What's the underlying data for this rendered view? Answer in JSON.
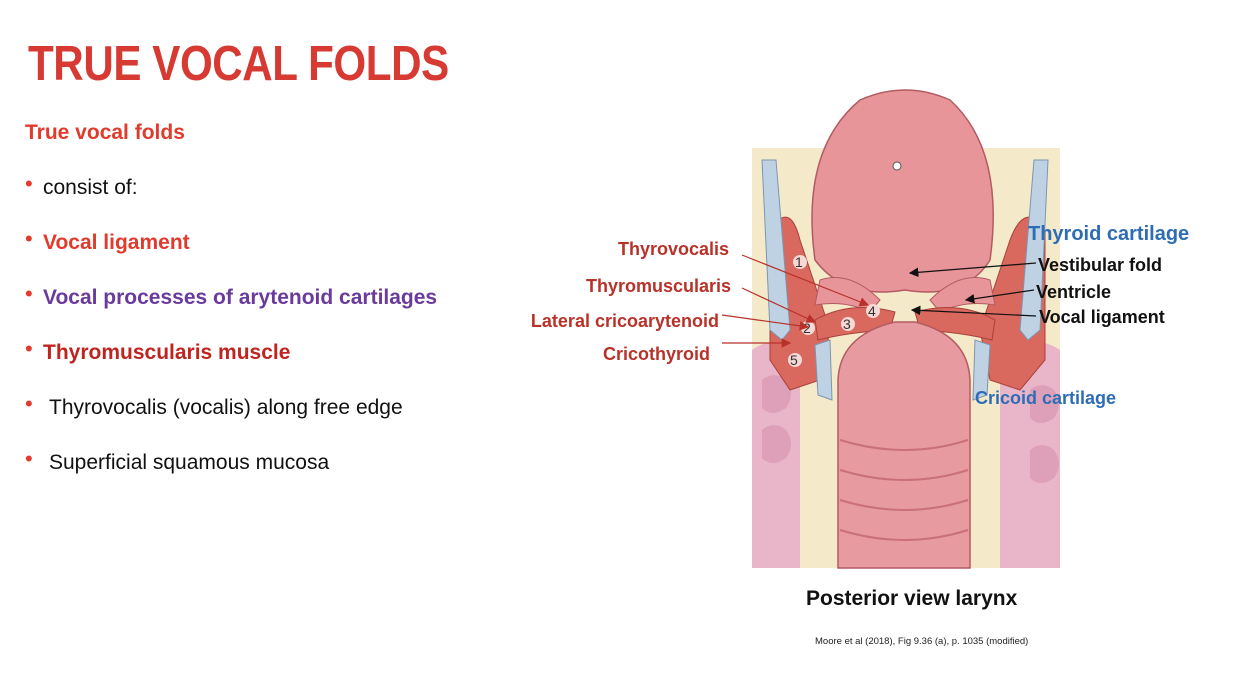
{
  "slide": {
    "title": "TRUE VOCAL FOLDS",
    "subtitle": "True vocal folds",
    "bullets": [
      {
        "text": "consist of:",
        "color": "#111111",
        "bold": false
      },
      {
        "text": "Vocal ligament",
        "color": "#e03b2c",
        "bold": true
      },
      {
        "text": "Vocal processes of arytenoid cartilages",
        "color": "#6a3a9c",
        "bold": true
      },
      {
        "text": "Thyromuscularis muscle",
        "color": "#c0241f",
        "bold": true
      },
      {
        "text": "Thyrovocalis (vocalis) along free edge",
        "color": "#111111",
        "bold": false
      },
      {
        "text": "Superficial squamous mucosa",
        "color": "#111111",
        "bold": false
      }
    ]
  },
  "diagram": {
    "left_labels": [
      "Thyrovocalis",
      "Thyromuscularis",
      "Lateral cricoarytenoid",
      "Cricothyroid"
    ],
    "right_labels": [
      "Thyroid cartilage",
      "Vestibular fold",
      "Ventricle",
      "Vocal ligament",
      "Cricoid cartilage"
    ],
    "numbers": [
      "1",
      "2",
      "3",
      "4",
      "5"
    ],
    "caption": "Posterior view larynx",
    "credit": "Moore et al (2018), Fig 9.36 (a), p. 1035 (modified)"
  },
  "colors": {
    "title_red": "#d63a32",
    "label_red": "#b8322a",
    "label_blue": "#2e6db5",
    "purple": "#6a3a9c"
  }
}
